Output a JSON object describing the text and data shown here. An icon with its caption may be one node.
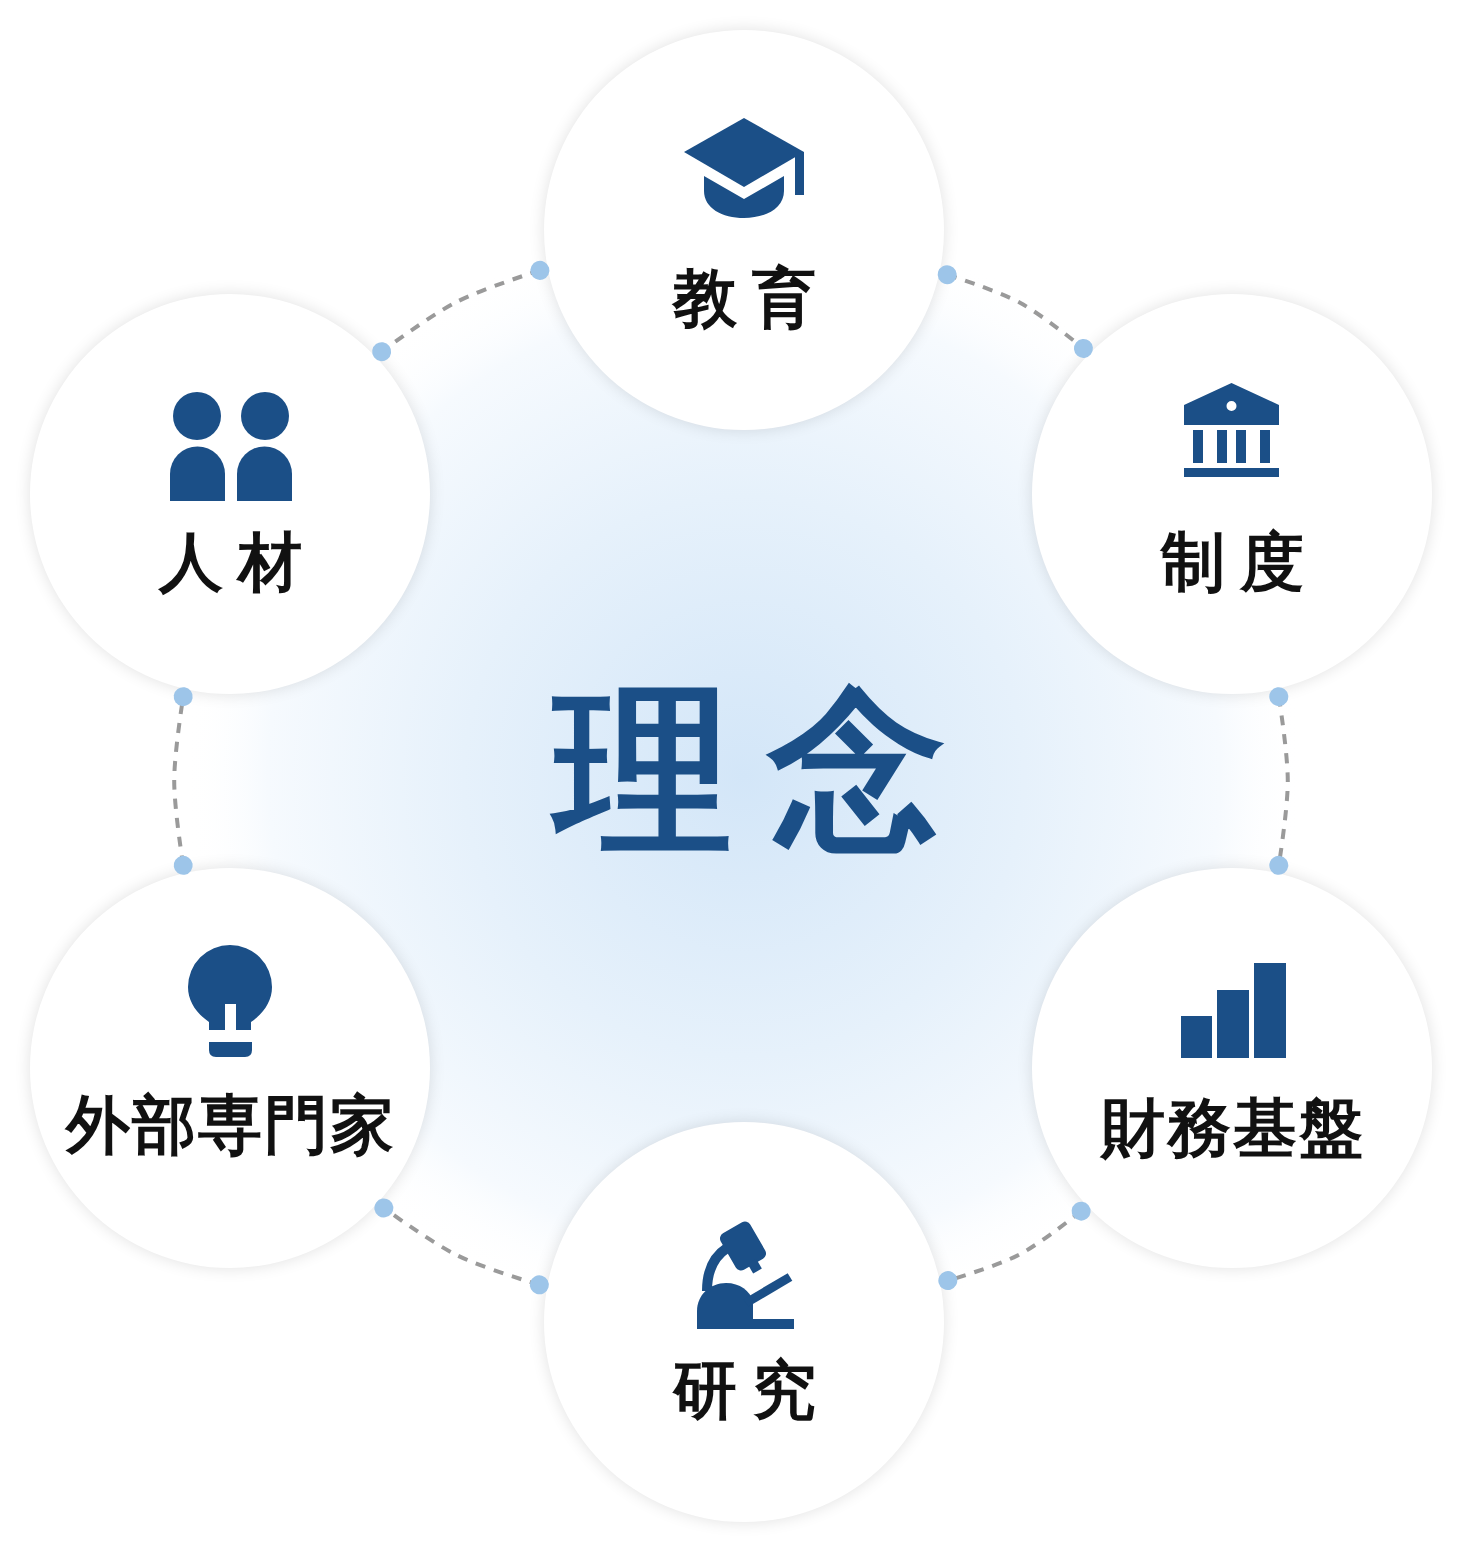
{
  "diagram": {
    "nodes": [
      {
        "text": [
          "教育"
        ]
      },
      {
        "text": [
          "人材"
        ]
      },
      {
        "text": [
          "制度"
        ]
      },
      {
        "text": [
          "外部専門家"
        ]
      },
      {
        "text": [
          "財務基盤"
        ]
      },
      {
        "text": [
          "研究"
        ]
      }
    ],
    "edges": [
      {
        "from": 0,
        "to": 1,
        "arrow": "other",
        "style": "dashed"
      },
      {
        "from": 0,
        "to": 2,
        "arrow": "other",
        "style": "dashed"
      },
      {
        "from": 2,
        "to": 4,
        "arrow": "other",
        "style": "dashed"
      },
      {
        "from": 4,
        "to": 5,
        "arrow": "other",
        "style": "dashed"
      },
      {
        "from": 5,
        "to": 3,
        "arrow": "other",
        "style": "dashed"
      },
      {
        "from": 3,
        "to": 1,
        "arrow": "other",
        "style": "dashed"
      }
    ],
    "labels": [
      "理念"
    ]
  }
}
